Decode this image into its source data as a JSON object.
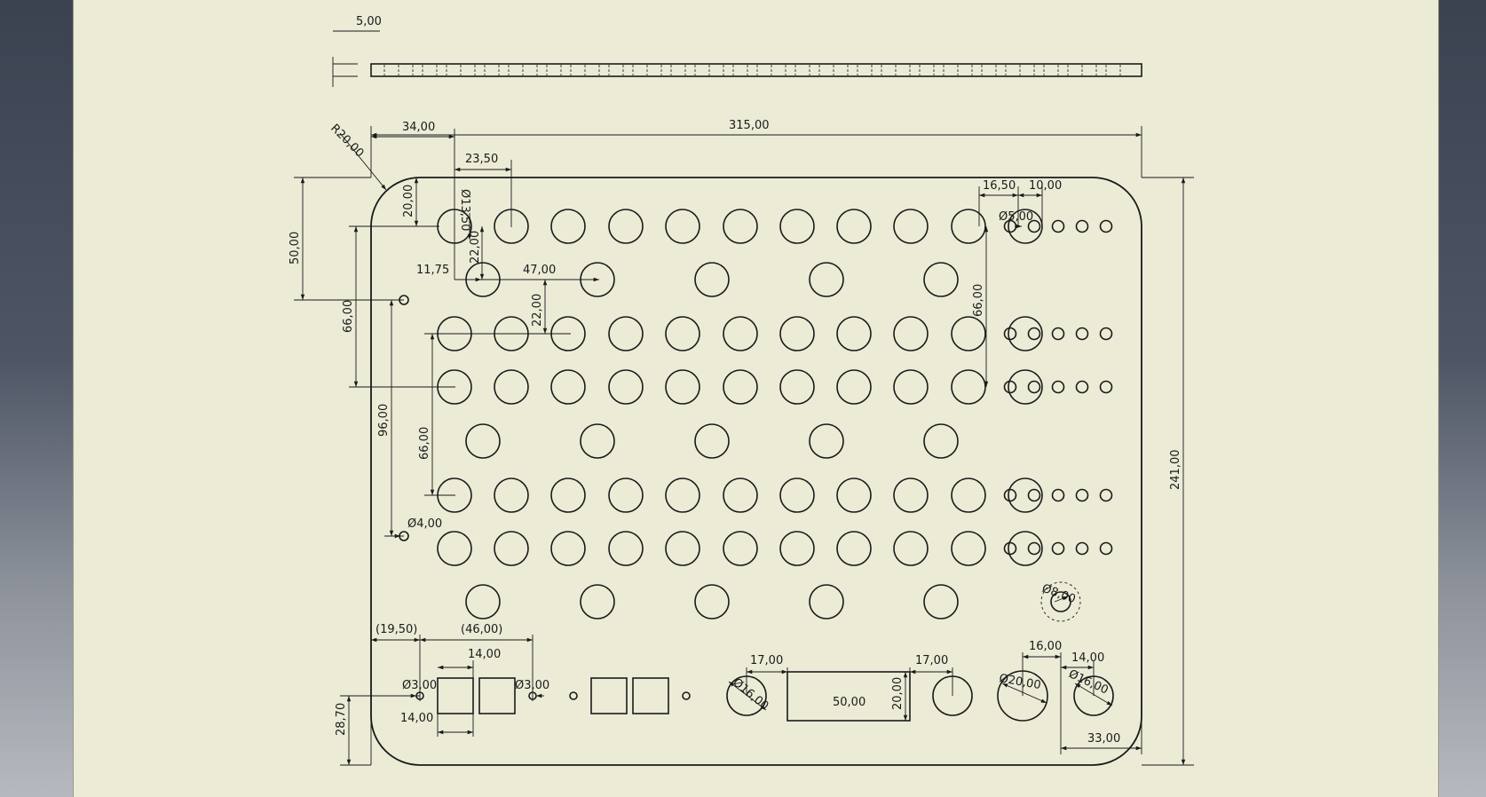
{
  "colors": {
    "sheet": "#ecebd6",
    "line": "#1a1a1a",
    "frame_dark": "#3b4250"
  },
  "dimensions": {
    "thickness": "5,00",
    "overall_width": "315,00",
    "overall_height": "241,00",
    "corner_radius": "R20,00",
    "left_offset": "34,00",
    "hole_pitch_x": "23,50",
    "top_offset": "20,00",
    "large_hole_dia": "Ø13,50",
    "row_pitch": "22,00",
    "row_pitch_2": "22,00",
    "stagger_offset": "11,75",
    "stagger_pitch": "47,00",
    "mount_hole_y": "50,00",
    "group_height_left": "66,00",
    "group_height_right": "66,00",
    "lower_group_height": "66,00",
    "mount_hole_spacing": "96,00",
    "mount_hole_dia": "Ø4,00",
    "small_hole_offset": "16,50",
    "small_hole_pitch": "10,00",
    "small_hole_dia": "Ø5,00",
    "ring_hole_dia": "Ø8,00",
    "ref_offset_left": "(19,50)",
    "ref_spacing": "(46,00)",
    "square_width": "14,00",
    "square_width_2": "14,00",
    "square_height": "28,70",
    "tiny_hole_dia_left": "Ø3,00",
    "tiny_hole_dia_right": "Ø3,00",
    "slot_gap_left": "17,00",
    "slot_gap_right": "17,00",
    "slot_width": "50,00",
    "slot_height": "20,00",
    "hole_16_dia": "Ø16,00",
    "hole_20_dia": "Ø20,00",
    "hole_16b_dia": "Ø16,00",
    "big_hole_spacing": "16,00",
    "big_hole_offset": "14,00",
    "right_feature_width": "33,00"
  }
}
